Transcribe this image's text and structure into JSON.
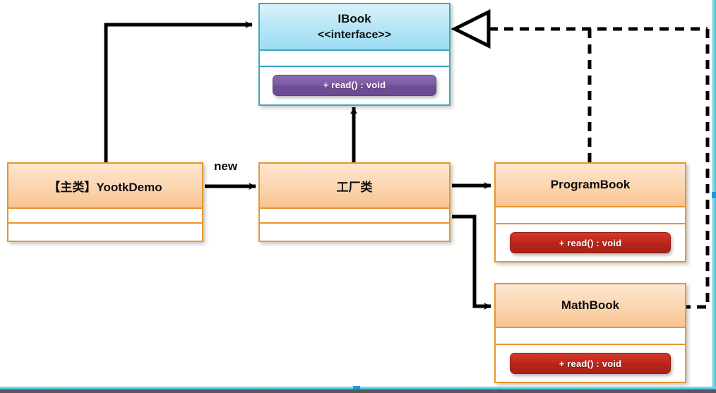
{
  "diagram": {
    "title": "Factory pattern UML class diagram",
    "background": "#fffffd",
    "colors": {
      "interface_border": "#3aa8c1",
      "interface_fill": "#b3e5f6",
      "class_border": "#e8962f",
      "class_fill": "#fbd3ac",
      "method_purple": "#6e4f95",
      "method_red": "#b52419",
      "line": "#000000",
      "chrome_cyan": "#35bcdd",
      "chrome_handle": "#1e9ae0",
      "chrome_bar": "#55595c"
    }
  },
  "nodes": {
    "ibook": {
      "name": "IBook",
      "stereotype": "<<interface>>",
      "attributes": [],
      "operations": [
        "+ read() : void"
      ],
      "kind": "interface"
    },
    "yootkdemo": {
      "name": "【主类】YootkDemo",
      "stereotype": "",
      "attributes": [],
      "operations": [],
      "kind": "class"
    },
    "factory": {
      "name": "工厂类",
      "stereotype": "",
      "attributes": [],
      "operations": [],
      "kind": "class"
    },
    "programbook": {
      "name": "ProgramBook",
      "stereotype": "",
      "attributes": [],
      "operations": [
        "+ read() : void"
      ],
      "kind": "class"
    },
    "mathbook": {
      "name": "MathBook",
      "stereotype": "",
      "attributes": [],
      "operations": [
        "+ read() : void"
      ],
      "kind": "class"
    }
  },
  "edges": [
    {
      "id": "yootkdemo-to-ibook",
      "from": "yootkdemo",
      "to": "ibook",
      "style": "solid",
      "arrow": "open-filled",
      "label": ""
    },
    {
      "id": "yootkdemo-to-factory",
      "from": "yootkdemo",
      "to": "factory",
      "style": "solid",
      "arrow": "open-filled",
      "label": "new"
    },
    {
      "id": "factory-to-ibook",
      "from": "factory",
      "to": "ibook",
      "style": "solid",
      "arrow": "open-filled",
      "label": ""
    },
    {
      "id": "factory-to-programbook",
      "from": "factory",
      "to": "programbook",
      "style": "solid",
      "arrow": "open-filled",
      "label": ""
    },
    {
      "id": "factory-to-mathbook",
      "from": "factory",
      "to": "mathbook",
      "style": "solid",
      "arrow": "open-filled",
      "label": ""
    },
    {
      "id": "programbook-realizes-ibook",
      "from": "programbook",
      "to": "ibook",
      "style": "dashed",
      "arrow": "hollow-triangle",
      "label": ""
    },
    {
      "id": "mathbook-realizes-ibook",
      "from": "mathbook",
      "to": "ibook",
      "style": "dashed",
      "arrow": "hollow-triangle",
      "label": ""
    }
  ]
}
